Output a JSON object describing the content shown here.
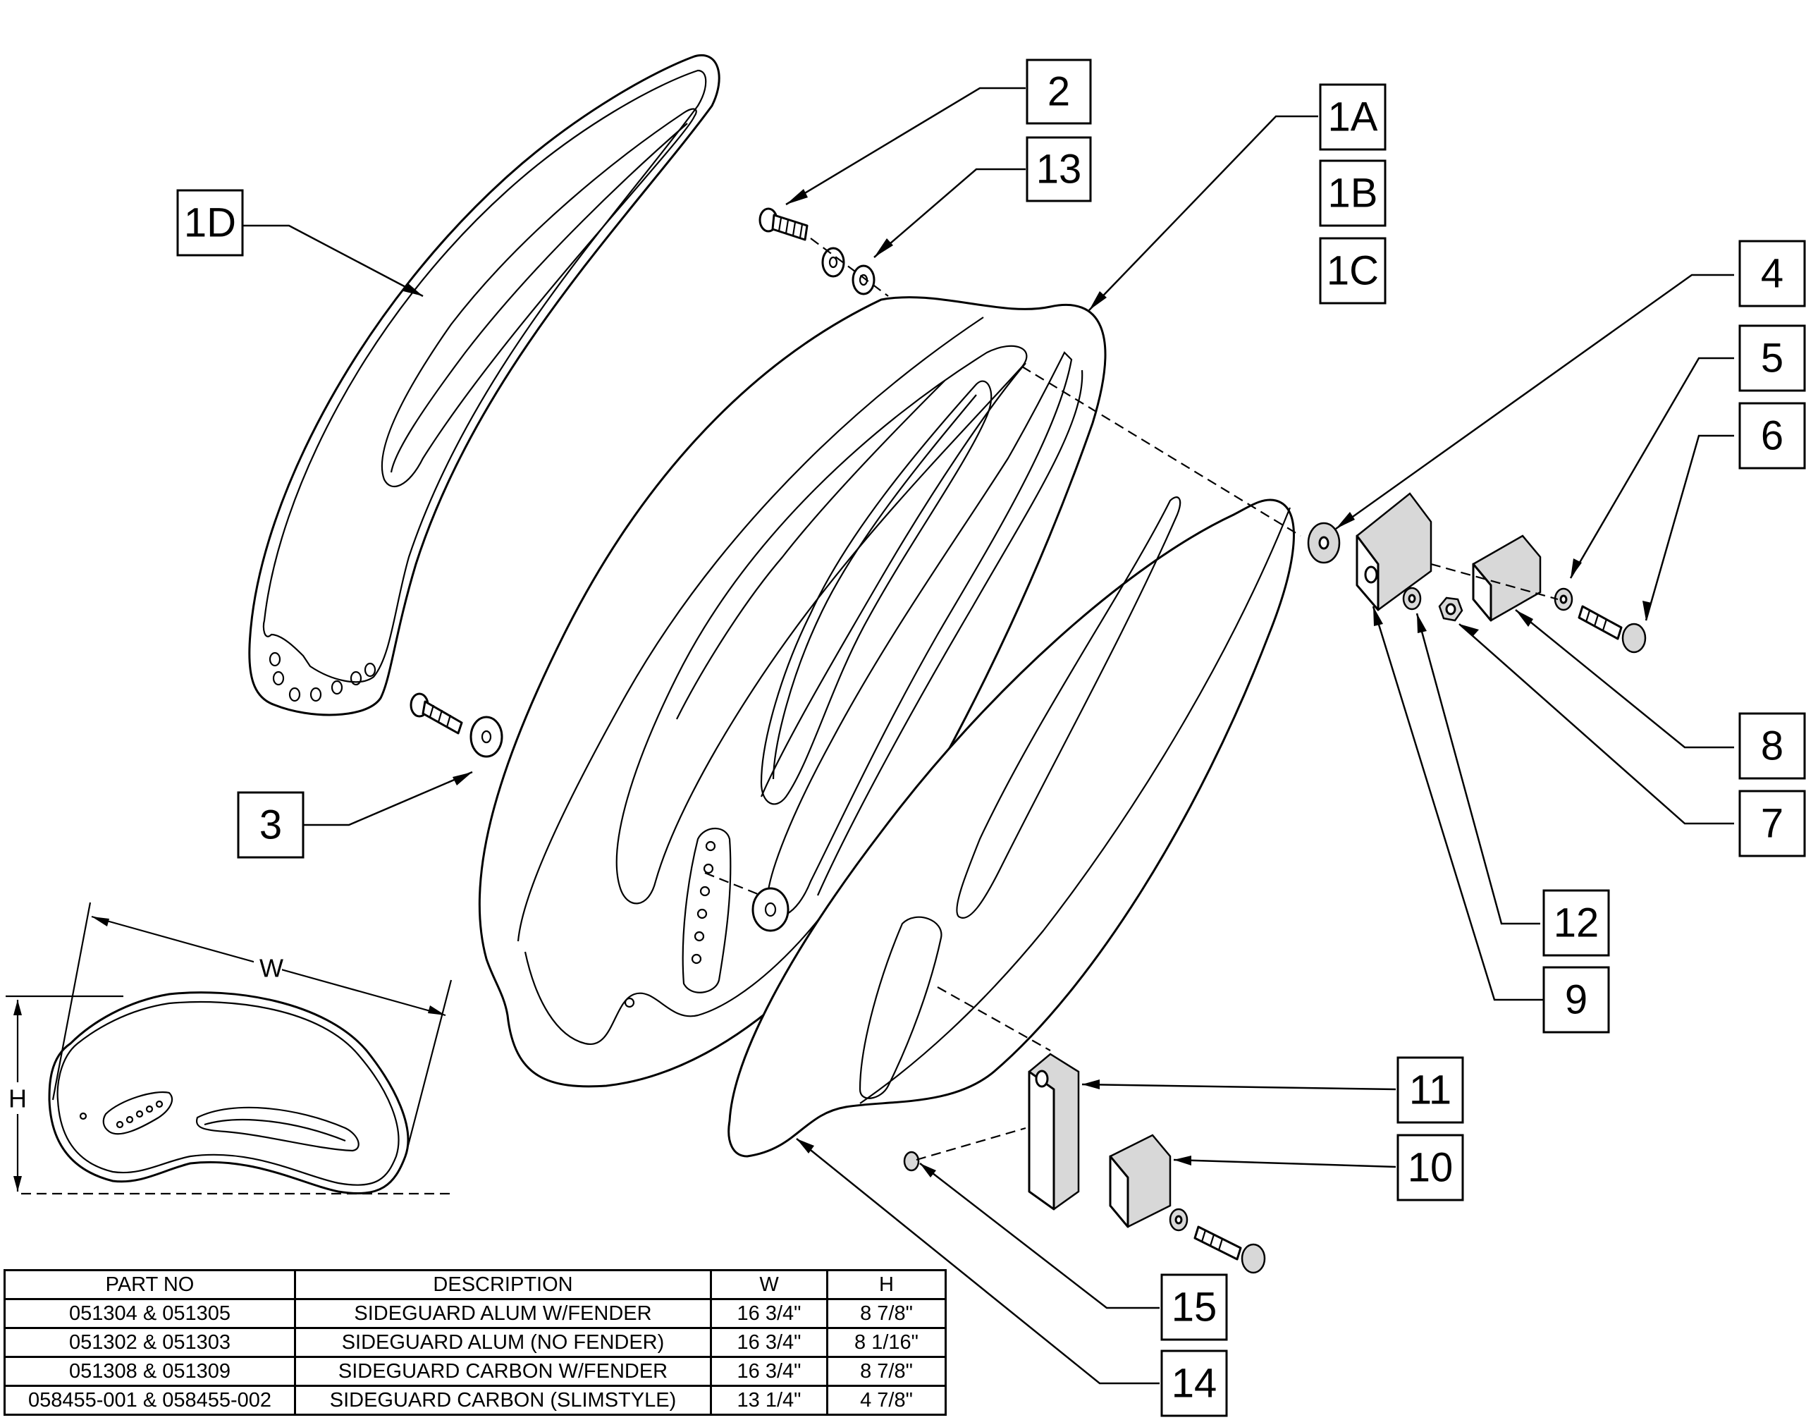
{
  "callouts": {
    "c2": "2",
    "c13": "13",
    "c1a": "1A",
    "c1b": "1B",
    "c1c": "1C",
    "c1d": "1D",
    "c4": "4",
    "c5": "5",
    "c6": "6",
    "c8": "8",
    "c7": "7",
    "c12": "12",
    "c9": "9",
    "c3": "3",
    "c11": "11",
    "c10": "10",
    "c15": "15",
    "c14": "14"
  },
  "dimensions": {
    "width_label": "W",
    "height_label": "H"
  },
  "table": {
    "headers": [
      "PART NO",
      "DESCRIPTION",
      "W",
      "H"
    ],
    "rows": [
      [
        "051304 & 051305",
        "SIDEGUARD ALUM W/FENDER",
        "16 3/4\"",
        "8 7/8\""
      ],
      [
        "051302 & 051303",
        "SIDEGUARD ALUM (NO FENDER)",
        "16 3/4\"",
        "8 1/16\""
      ],
      [
        "051308 & 051309",
        "SIDEGUARD CARBON W/FENDER",
        "16 3/4\"",
        "8 7/8\""
      ],
      [
        "058455-001 & 058455-002",
        "SIDEGUARD CARBON (SLIMSTYLE)",
        "13 1/4\"",
        "4 7/8\""
      ]
    ]
  }
}
